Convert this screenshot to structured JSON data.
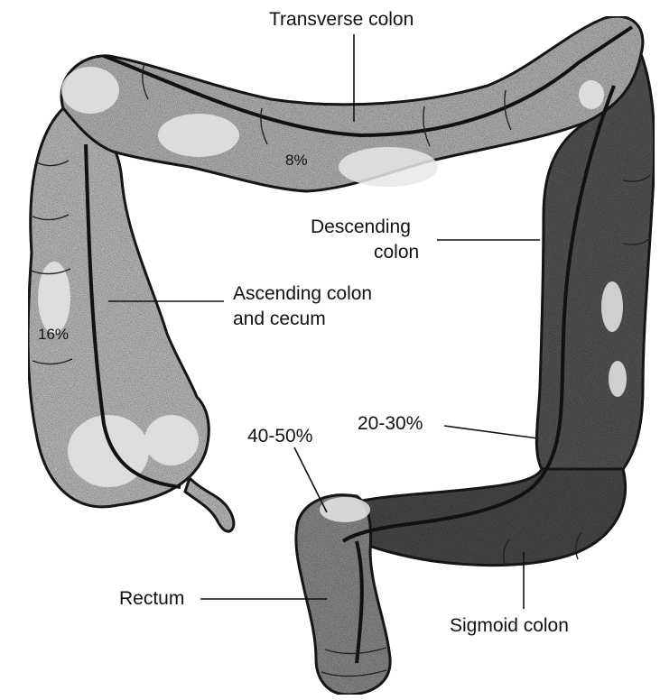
{
  "labels": {
    "transverse": "Transverse colon",
    "descending_1": "Descending",
    "descending_2": "colon",
    "ascending_1": "Ascending colon",
    "ascending_2": "and cecum",
    "rectum": "Rectum",
    "sigmoid": "Sigmoid colon",
    "pct_transverse": "8%",
    "pct_ascending": "16%",
    "pct_rectum": "40-50%",
    "pct_sigmoid": "20-30%"
  }
}
